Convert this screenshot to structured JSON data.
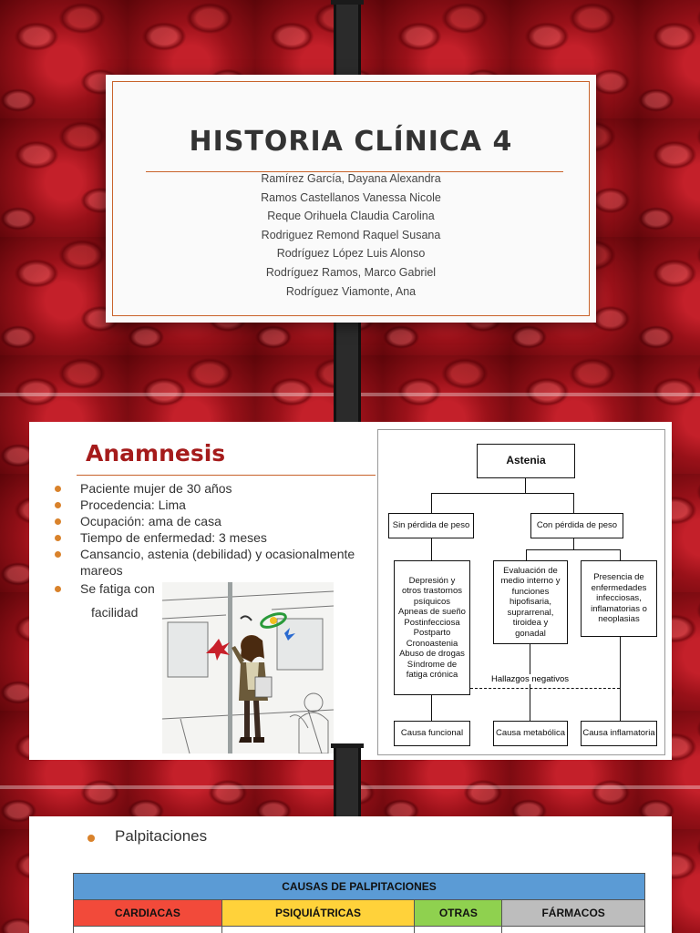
{
  "slide1": {
    "title": "HISTORIA CLÍNICA 4",
    "authors": [
      "Ramírez García, Dayana Alexandra",
      "Ramos Castellanos Vanessa Nicole",
      "Reque Orihuela Claudia Carolina",
      "Rodriguez Remond Raquel Susana",
      "Rodríguez López Luis Alonso",
      "Rodríguez Ramos, Marco Gabriel",
      "Rodríguez Viamonte, Ana"
    ],
    "accent_color": "#c8622a"
  },
  "slide2": {
    "title": "Anamnesis",
    "title_color": "#a51b1b",
    "bullet_color": "#d9822b",
    "bullets": [
      "Paciente mujer de 30 años",
      "Procedencia: Lima",
      "Ocupación: ama de casa",
      "Tiempo de enfermedad: 3 meses",
      "Cansancio, astenia (debilidad) y ocasionalmente mareos",
      "Se fatiga con"
    ],
    "bullet_continuation": "facilidad",
    "flowchart": {
      "root": "Astenia",
      "branch_left": "Sin pérdida de peso",
      "branch_right": "Con pérdida de peso",
      "box_functional": "Depresión y otros trastornos psíquicos Apneas de sueño Postinfecciosa Postparto Cronoastenia Abuso de drogas Síndrome de fatiga crónica",
      "box_metabolic": "Evaluación de medio interno y funciones hipofisaria, suprarrenal, tiroidea y gonadal",
      "box_inflammatory": "Presencia de enfermedades infecciosas, inflamatorias o neoplasias",
      "negative_findings": "Hallazgos negativos",
      "outcome_functional": "Causa funcional",
      "outcome_metabolic": "Causa metabólica",
      "outcome_inflammatory": "Causa inflamatoria"
    }
  },
  "slide3": {
    "bullet": "Palpitaciones",
    "table": {
      "title": "CAUSAS DE PALPITACIONES",
      "columns": [
        {
          "label": "CARDIACAS",
          "color": "#f24a3a"
        },
        {
          "label": "PSIQUIÁTRICAS",
          "color": "#ffd23a"
        },
        {
          "label": "OTRAS",
          "color": "#8fd14f"
        },
        {
          "label": "FÁRMACOS",
          "color": "#bdbdbd"
        }
      ]
    }
  }
}
